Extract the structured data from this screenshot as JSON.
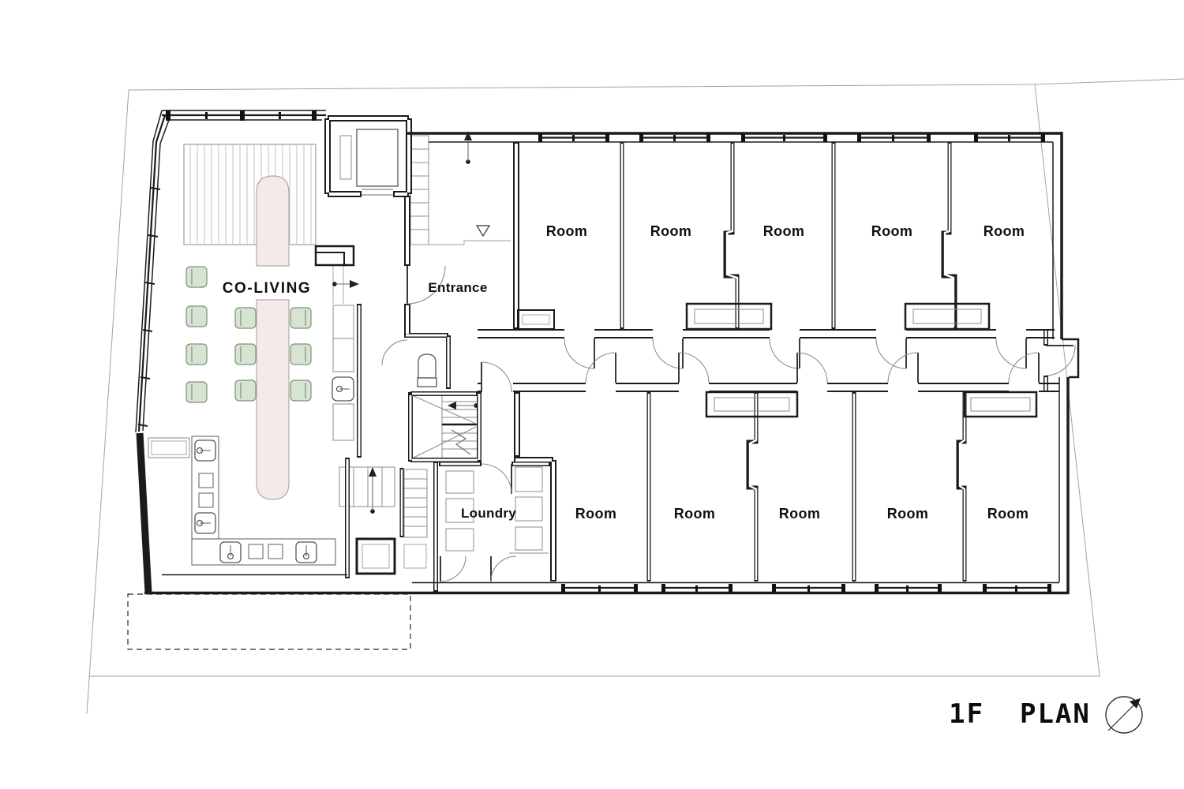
{
  "plan": {
    "title": "1F  PLAN",
    "floor": "1F",
    "compass_icon": "north-arrow-ne"
  },
  "areas": {
    "co_living": "CO-LIVING",
    "entrance": "Entrance",
    "laundry": "Loundry"
  },
  "rooms": {
    "top": [
      "Room",
      "Room",
      "Room",
      "Room",
      "Room"
    ],
    "bottom": [
      "Room",
      "Room",
      "Room",
      "Room",
      "Room"
    ]
  },
  "colors": {
    "wall": "#1b1b1b",
    "chair_fill": "#d8e4d2",
    "chair_stroke": "#7d8f78",
    "table_fill": "#f4ebe9",
    "table_stroke": "#b5a9a5",
    "deck_stripe": "#bcbcbc",
    "deck_border": "#8a8a8a"
  }
}
